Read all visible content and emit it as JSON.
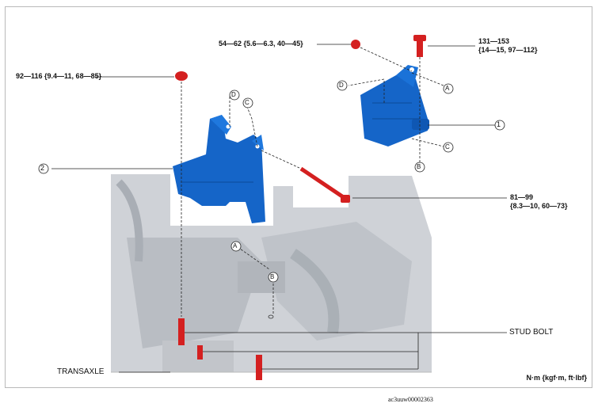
{
  "labels": {
    "torque_92_116": "92—116 {9.4—11, 68—85}",
    "torque_54_62": "54—62 {5.6—6.3, 40—45}",
    "torque_131_153_a": "131—153",
    "torque_131_153_b": "{14—15, 97—112}",
    "torque_81_99_a": "81—99",
    "torque_81_99_b": "{8.3—10, 60—73}",
    "stud_bolt": "STUD BOLT",
    "transaxle": "TRANSAXLE",
    "units": "N·m {kgf·m, ft·lbf}",
    "figure_code": "ac3uuw00002363"
  },
  "callouts": {
    "A": "A",
    "B": "B",
    "C": "C",
    "D": "D",
    "one": "1",
    "two": "2"
  },
  "colors": {
    "part_blue": "#1565c8",
    "bolt_red": "#d42020",
    "engine_gray": "#c9ccd1"
  }
}
